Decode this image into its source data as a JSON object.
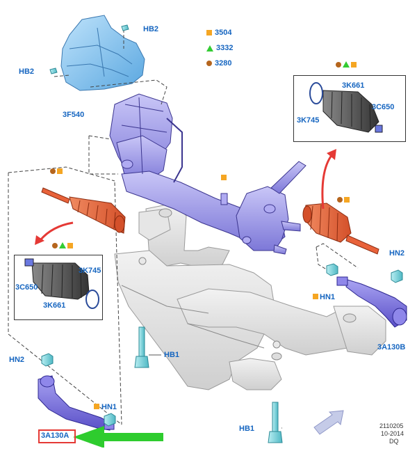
{
  "legend": [
    {
      "shape": "square",
      "color": "#f5a623",
      "code": "3504"
    },
    {
      "shape": "triangle",
      "color": "#33cc33",
      "code": "3332"
    },
    {
      "shape": "circle",
      "color": "#b5651d",
      "code": "3280"
    }
  ],
  "labels": {
    "hb2_top": "HB2",
    "hb2_left": "HB2",
    "shield": "3F540",
    "boot_right": "3K661",
    "clamp_right_small": "3C650",
    "clamp_right_large": "3K745",
    "clamp_left_small": "3C650",
    "clamp_left_large": "3K745",
    "boot_left": "3K661",
    "hn2_right": "HN2",
    "hn1_right": "HN1",
    "tierod_right": "3A130B",
    "hb1_center": "HB1",
    "hn2_left": "HN2",
    "hn1_left": "HN1",
    "tierod_left": "3A130A",
    "hb1_bottom": "HB1"
  },
  "meta": {
    "line1": "2110205",
    "line2": "10-2014",
    "line3": "DQ"
  },
  "colors": {
    "label": "#1565c0",
    "square": "#f5a623",
    "triangle": "#33cc33",
    "circle": "#b5651d",
    "highlight": "#e53935",
    "arrow_green": "#2ecc2e",
    "arrow_red": "#e53935",
    "rack": "#8a86e6",
    "shield": "#7fc0ec",
    "boot": "#e8623a",
    "tierod": "#6a5fd6",
    "subframe": "#d8d8d8",
    "bolt": "#7ed4dc"
  }
}
